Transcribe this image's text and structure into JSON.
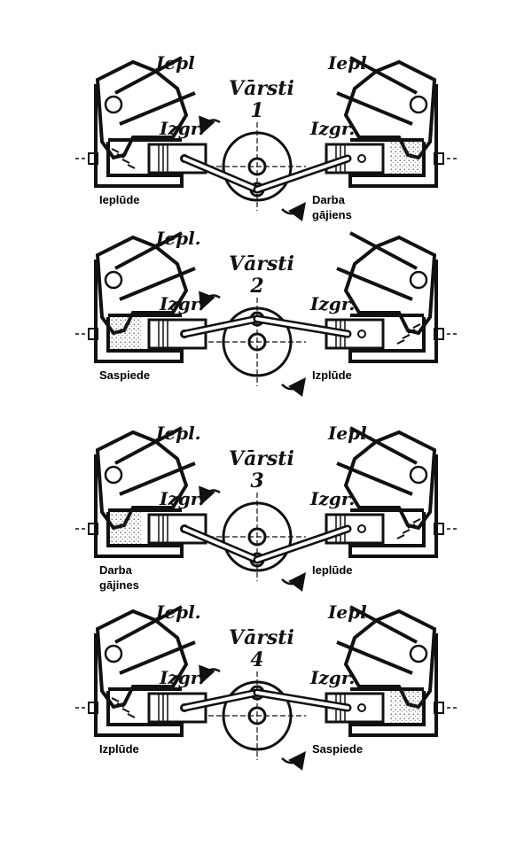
{
  "panels": [
    {
      "valve_word": "Vārsti",
      "number": "1",
      "left": {
        "inlet": "Iepl",
        "outlet": "Izgr.",
        "stroke_lines": [
          "Ieplūde"
        ]
      },
      "right": {
        "inlet": "Iepl",
        "outlet": "Izgr.",
        "stroke_lines": [
          "Darba",
          "gājiens"
        ]
      }
    },
    {
      "valve_word": "Vārsti",
      "number": "2",
      "left": {
        "inlet": "Iepl.",
        "outlet": "Izgr.",
        "stroke_lines": [
          "Saspiede"
        ]
      },
      "right": {
        "inlet": "",
        "outlet": "Izgr.",
        "stroke_lines": [
          "Izplūde"
        ]
      }
    },
    {
      "valve_word": "Vārsti",
      "number": "3",
      "left": {
        "inlet": "Iepl.",
        "outlet": "Izgr.",
        "stroke_lines": [
          "Darba",
          "gājines"
        ]
      },
      "right": {
        "inlet": "Iepl.",
        "outlet": "Izgr.",
        "stroke_lines": [
          "Ieplūde"
        ]
      }
    },
    {
      "valve_word": "Vārsti",
      "number": "4",
      "left": {
        "inlet": "Iepl.",
        "outlet": "Izgr.",
        "stroke_lines": [
          "Izplūde"
        ]
      },
      "right": {
        "inlet": "Iepl",
        "outlet": "Izgr.",
        "stroke_lines": [
          "Saspiede"
        ]
      }
    }
  ]
}
